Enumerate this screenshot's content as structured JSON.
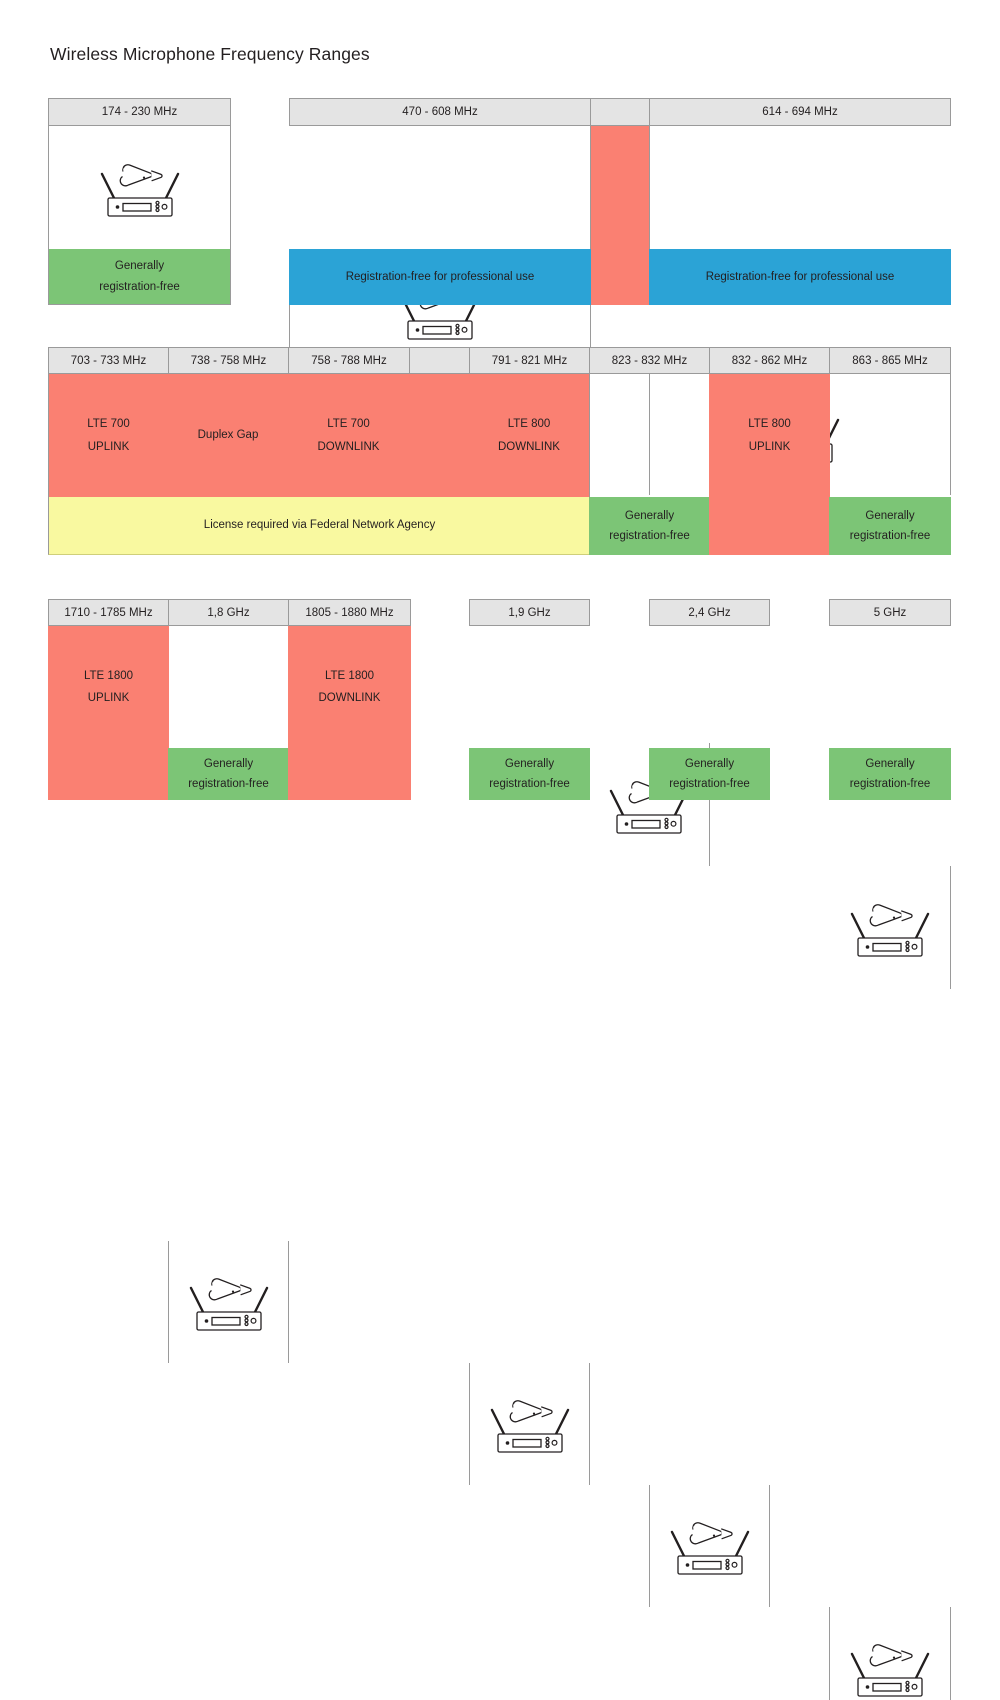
{
  "page": {
    "title": "Wireless Microphone Frequency Ranges",
    "icon_name": "wireless-microphone-receiver-icon"
  },
  "colors": {
    "header_grey": "#e4e4e4",
    "border_grey": "#9a9a9a",
    "red": "#fa8072",
    "green": "#7cc576",
    "blue": "#2ba3d6",
    "yellow": "#f9f9a0",
    "white": "#ffffff",
    "text": "#231f20"
  },
  "labels": {
    "generally_line1": "Generally",
    "generally_line2": "registration-free",
    "professional": "Registration-free for professional use",
    "license": "License required via Federal Network Agency",
    "duplex_gap": "Duplex Gap",
    "lte700_up_l1": "LTE 700",
    "lte700_up_l2": "UPLINK",
    "lte700_down_l1": "LTE 700",
    "lte700_down_l2": "DOWNLINK",
    "lte800_down_l1": "LTE 800",
    "lte800_down_l2": "DOWNLINK",
    "lte800_up_l1": "LTE 800",
    "lte800_up_l2": "UPLINK",
    "lte1800_up_l1": "LTE 1800",
    "lte1800_up_l2": "UPLINK",
    "lte1800_down_l1": "LTE 1800",
    "lte1800_down_l2": "DOWNLINK",
    "empty": ""
  },
  "row1": {
    "band_vhf": {
      "header": "174 - 230 MHz"
    },
    "band_uhf_low": {
      "header": "470 - 608 MHz"
    },
    "band_gap_608_614": {
      "header": ""
    },
    "band_uhf_high": {
      "header": "614 - 694 MHz"
    }
  },
  "row2": {
    "columns": [
      {
        "header": "703 - 733 MHz"
      },
      {
        "header": "738 - 758 MHz"
      },
      {
        "header": "758 - 788 MHz"
      },
      {
        "header": ""
      },
      {
        "header": "791 - 821 MHz"
      },
      {
        "header": "823 - 832 MHz"
      },
      {
        "header": "832 - 862 MHz"
      },
      {
        "header": "863 - 865 MHz"
      }
    ]
  },
  "row3": {
    "band_1710": {
      "header": "1710 - 1785 MHz"
    },
    "band_18ghz": {
      "header": "1,8 GHz"
    },
    "band_1805": {
      "header": "1805 - 1880 MHz"
    },
    "band_19ghz": {
      "header": "1,9 GHz"
    },
    "band_24ghz": {
      "header": "2,4 GHz"
    },
    "band_5ghz": {
      "header": "5 GHz"
    }
  }
}
